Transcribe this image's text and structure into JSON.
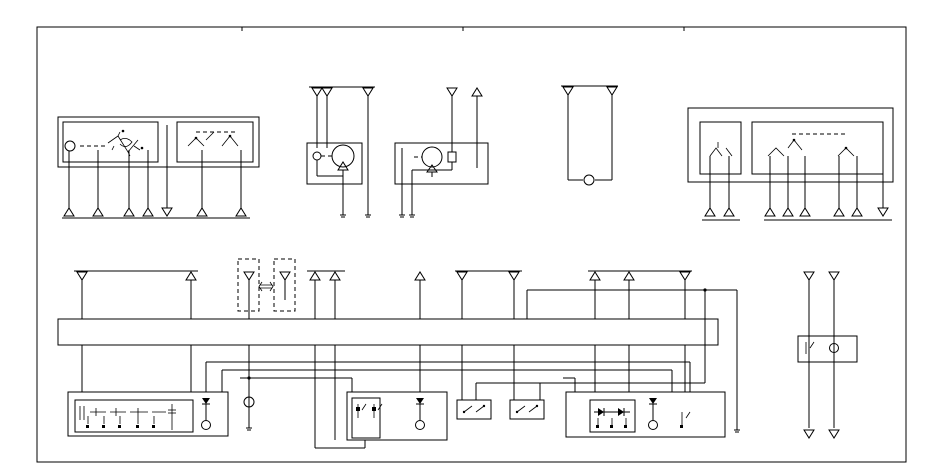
{
  "diagram": {
    "type": "wiring-schematic",
    "line_color": "#000000",
    "background": "#ffffff",
    "blocks": [
      {
        "id": "switch-assembly-left",
        "icon": "multi-switch"
      },
      {
        "id": "motor-module-a",
        "icon": "motor"
      },
      {
        "id": "motor-module-b",
        "icon": "motor"
      },
      {
        "id": "lamp-circuit",
        "icon": "lamp"
      },
      {
        "id": "switch-assembly-right",
        "icon": "multi-switch"
      },
      {
        "id": "main-bus",
        "icon": "connector-bar"
      },
      {
        "id": "module-left-bottom",
        "icon": "relay-module"
      },
      {
        "id": "relay-center",
        "icon": "relay"
      },
      {
        "id": "switch-pair-center",
        "icon": "switch"
      },
      {
        "id": "module-right-bottom",
        "icon": "diode-module"
      },
      {
        "id": "unit-far-right",
        "icon": "switch-unit"
      }
    ]
  }
}
